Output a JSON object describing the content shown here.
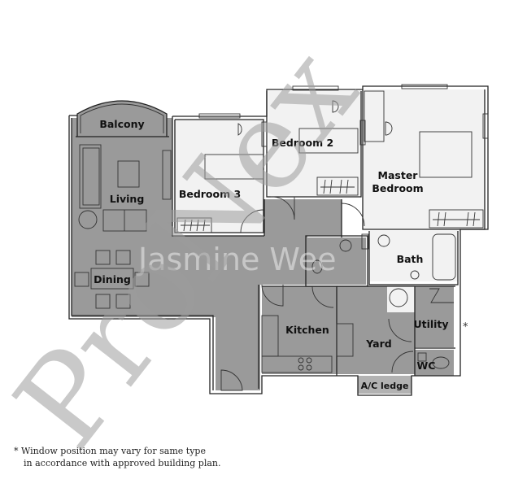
{
  "plan": {
    "rooms": {
      "balcony": "Balcony",
      "living": "Living",
      "dining": "Dining",
      "bedroom3": "Bedroom 3",
      "bedroom2": "Bedroom 2",
      "master_line1": "Master",
      "master_line2": "Bedroom",
      "bath": "Bath",
      "kitchen": "Kitchen",
      "yard": "Yard",
      "utility": "Utility",
      "wc": "WC",
      "ac_ledge": "A/C ledge"
    },
    "watermarks": {
      "main": "ProNex",
      "secondary": "Jasmine Wee"
    },
    "window_marker": "*"
  },
  "footnote": {
    "marker": "*",
    "line1": "Window position may vary for same type",
    "line2": "in accordance with approved building plan."
  },
  "colors": {
    "shaded_floor": "#9a9a9a",
    "light_floor": "#f2f2f2",
    "wall": "#222222",
    "watermark": "#9c9c9c"
  }
}
